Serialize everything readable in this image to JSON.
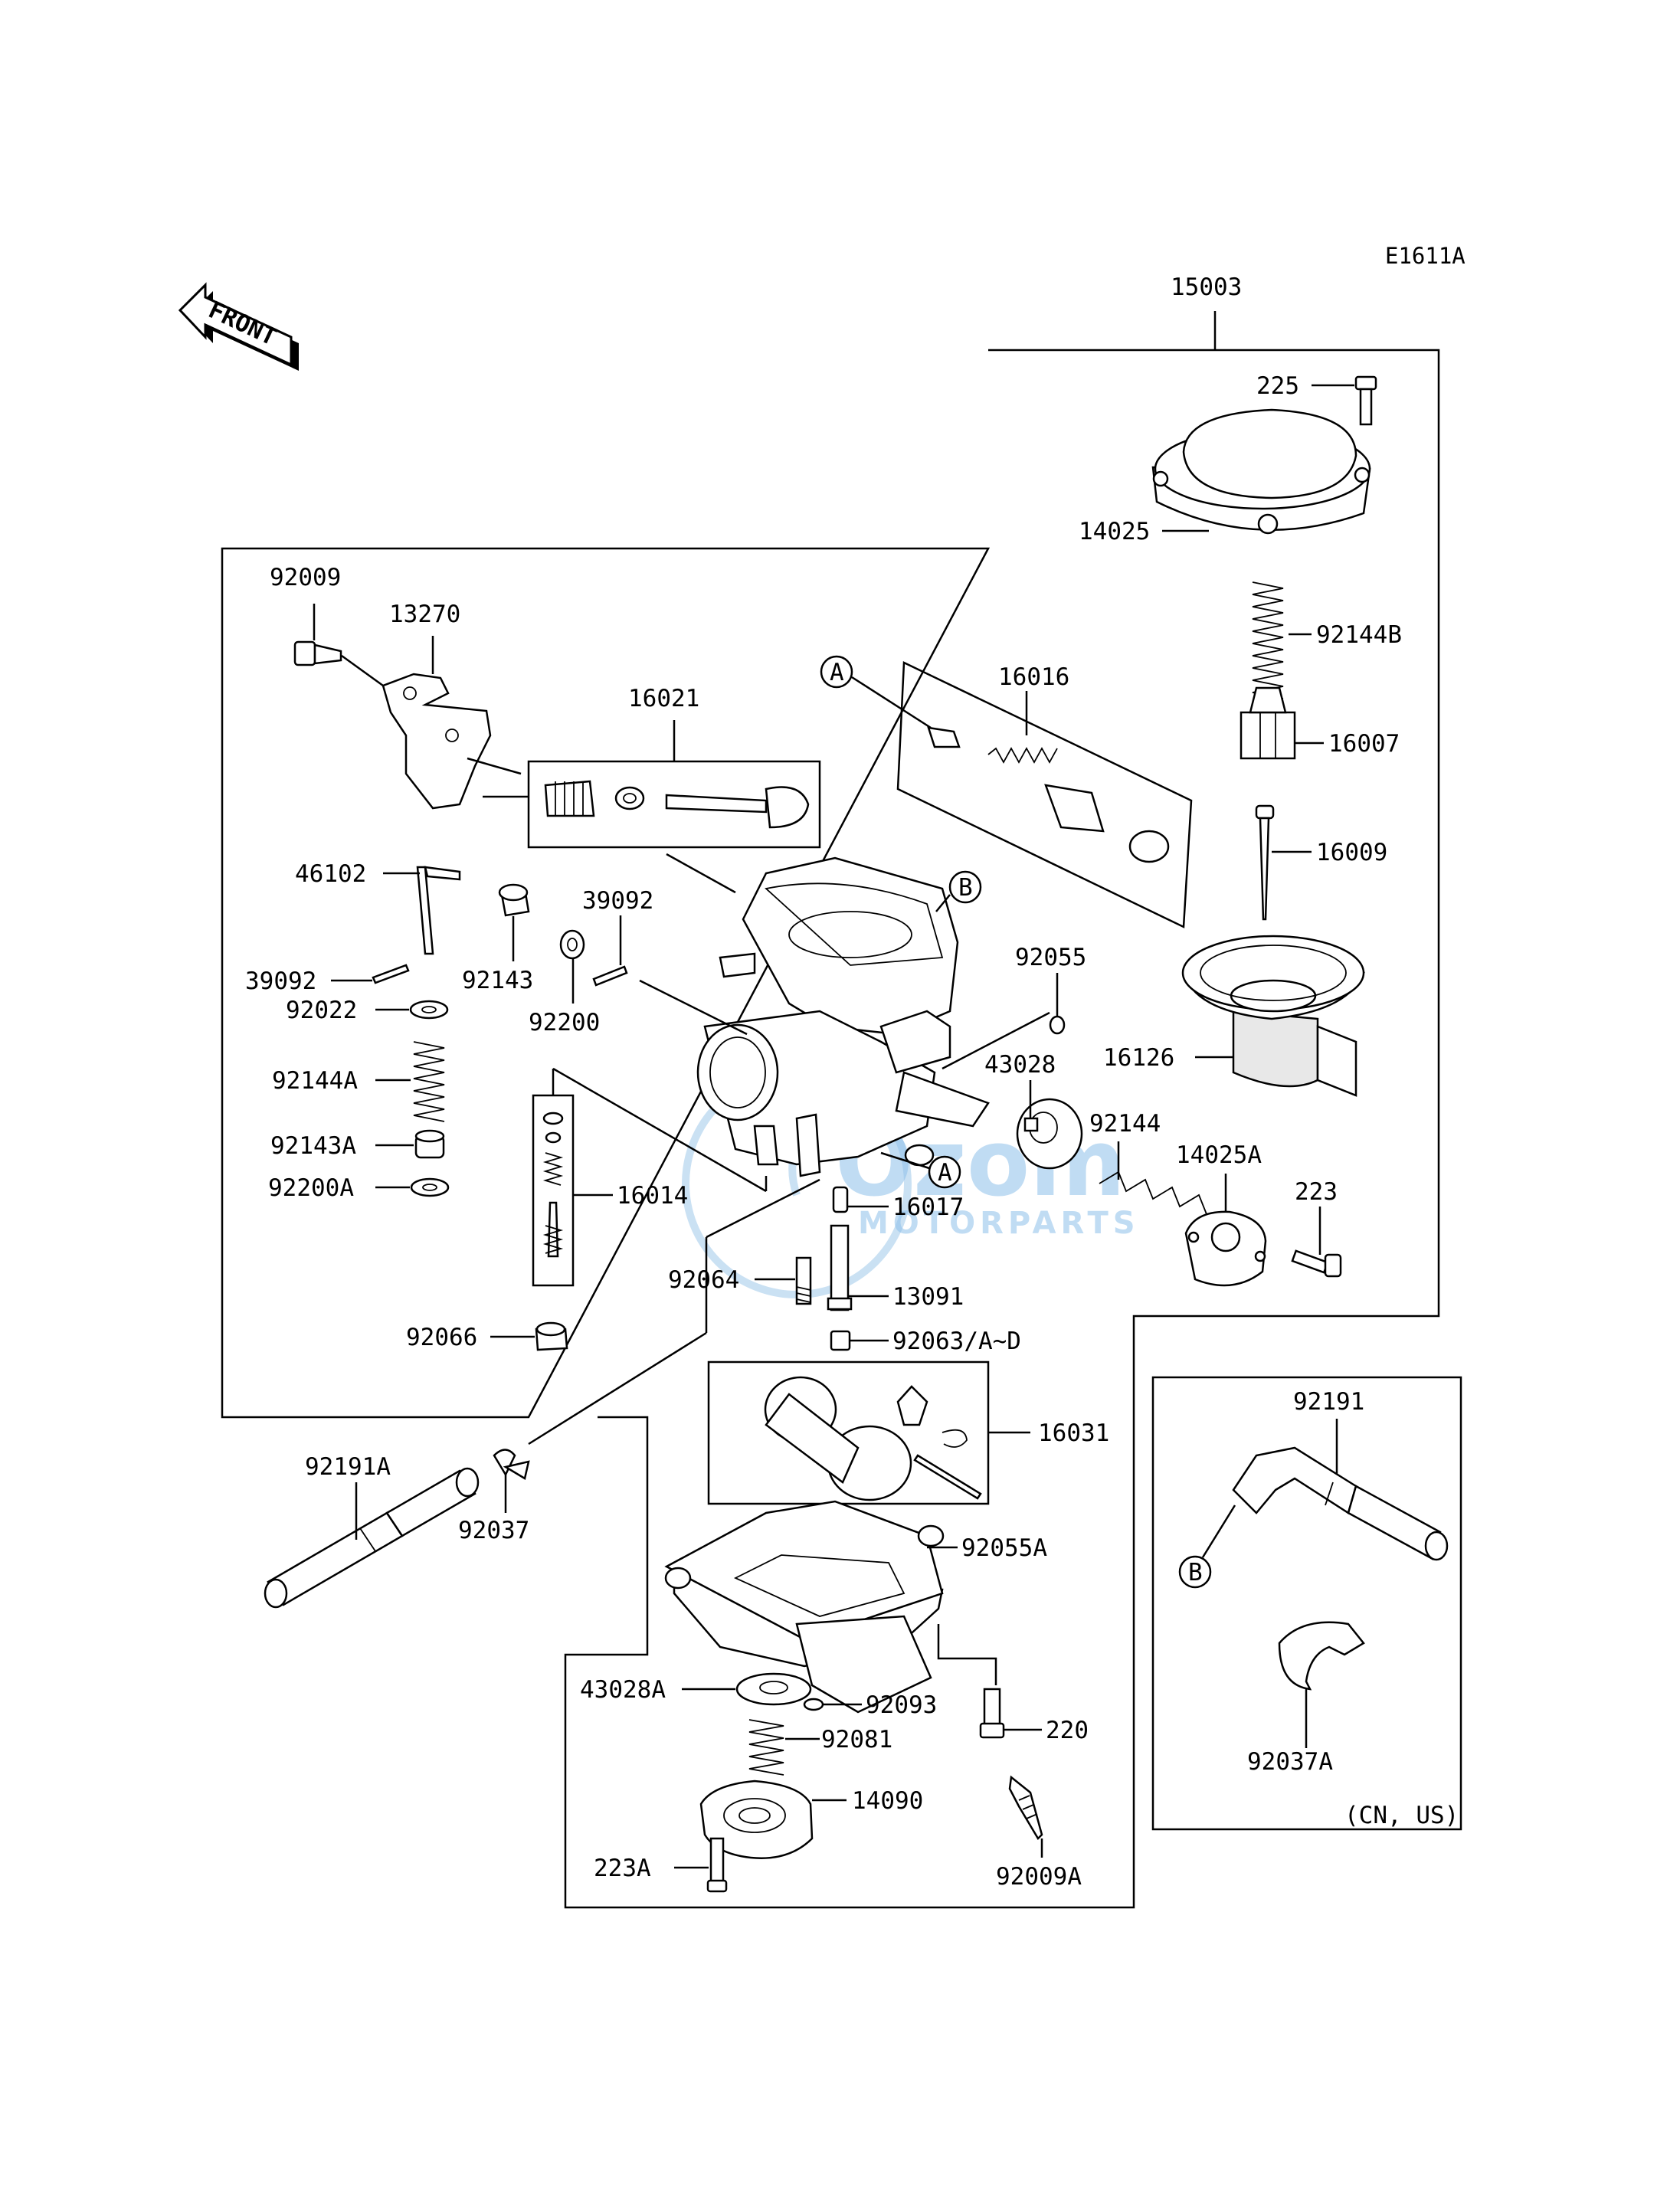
{
  "diagram_code": "E1611A",
  "front_label": "FRONT",
  "watermark": {
    "brand": "Ozom",
    "sub": "MOTORPARTS"
  },
  "ref_markers": {
    "A": "A",
    "B": "B"
  },
  "labels": {
    "p15003": "15003",
    "p225": "225",
    "p14025": "14025",
    "p92144B": "92144B",
    "p16007": "16007",
    "p16009": "16009",
    "p16126": "16126",
    "p14025A": "14025A",
    "p223": "223",
    "p92009": "92009",
    "p13270": "13270",
    "p16021": "16021",
    "p16016": "16016",
    "p46102": "46102",
    "p39092a": "39092",
    "p39092b": "39092",
    "p92143": "92143",
    "p92200": "92200",
    "p92022": "92022",
    "p92144A": "92144A",
    "p92143A": "92143A",
    "p92200A": "92200A",
    "p16014": "16014",
    "p92066": "92066",
    "p92055": "92055",
    "p43028": "43028",
    "p92144": "92144",
    "p16017": "16017",
    "p92064": "92064",
    "p13091": "13091",
    "p92063": "92063/A~D",
    "p16031": "16031",
    "p92191A": "92191A",
    "p92037": "92037",
    "p92055A": "92055A",
    "p43028A": "43028A",
    "p92093": "92093",
    "p92081": "92081",
    "p220": "220",
    "p14090": "14090",
    "p223A": "223A",
    "p92009A": "92009A",
    "p92191": "92191",
    "p92037A": "92037A",
    "region_note": "(CN, US)"
  }
}
